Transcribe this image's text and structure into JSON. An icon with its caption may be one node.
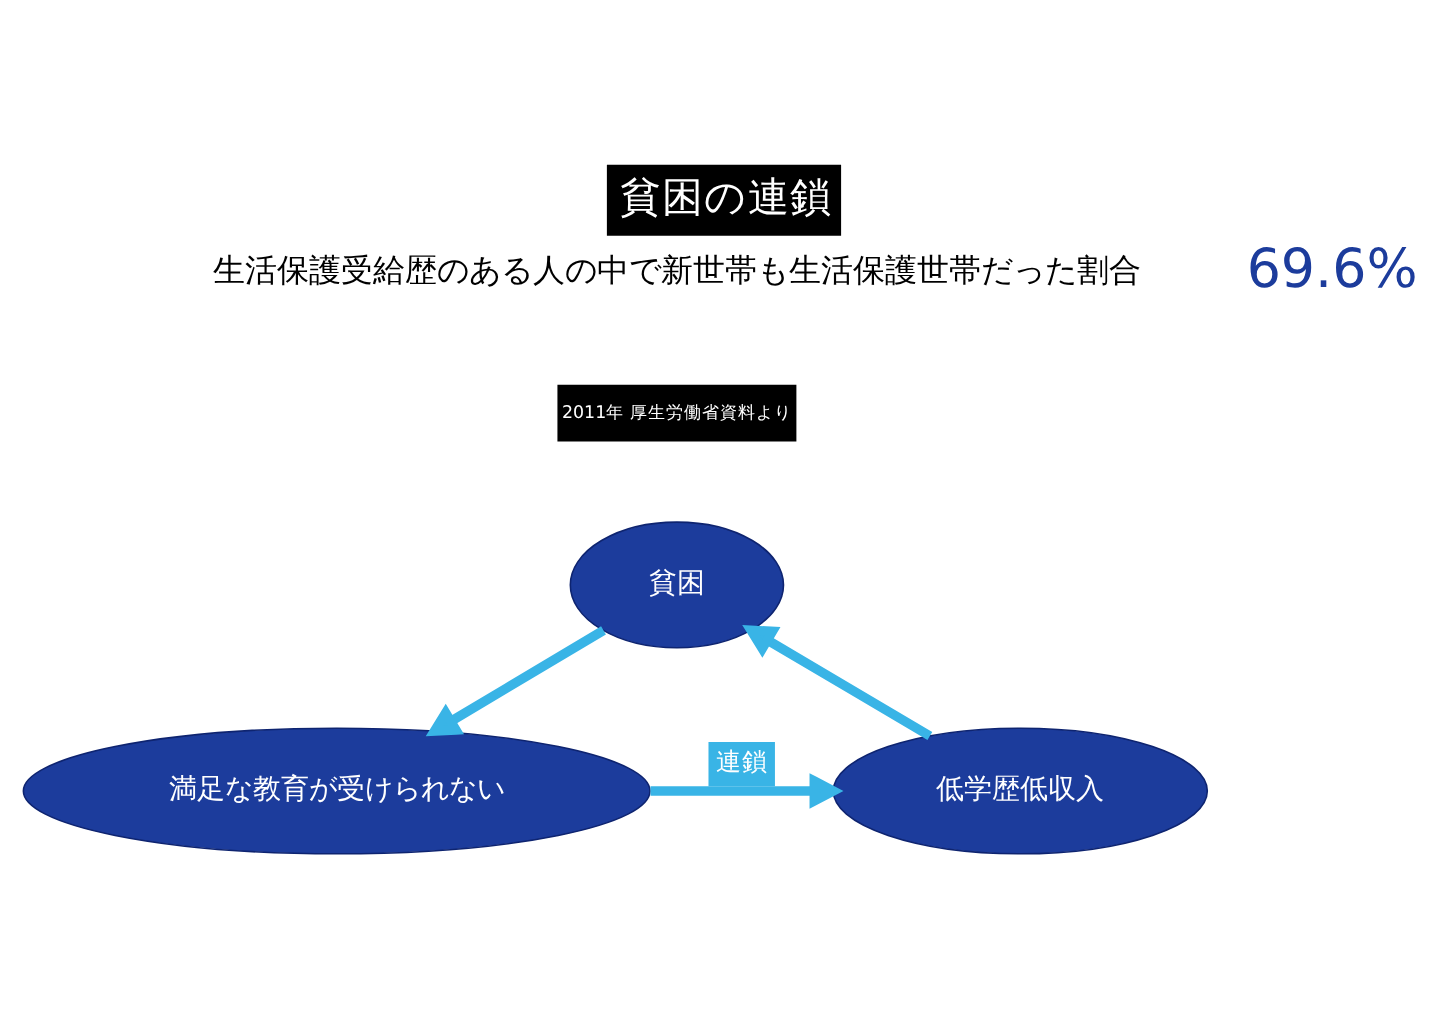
{
  "diagram": {
    "title": "貧困の連鎖",
    "nodes": [
      {
        "text": [
          "貧困"
        ]
      },
      {
        "text": [
          "満足な教育が受けられない"
        ]
      },
      {
        "text": [
          "低学歴低収入"
        ]
      }
    ],
    "edges": [
      {
        "from": 0,
        "to": 1,
        "arrow": "to"
      },
      {
        "from": 1,
        "to": 2,
        "arrow": "to",
        "label": "連鎖"
      },
      {
        "from": 2,
        "to": 0,
        "arrow": "to"
      }
    ],
    "labels": [
      "生活保護受給歴のある人の中で新世帯も生活保護世帯だった割合",
      "69.6%",
      "2011年 厚生労働省資料より"
    ]
  }
}
